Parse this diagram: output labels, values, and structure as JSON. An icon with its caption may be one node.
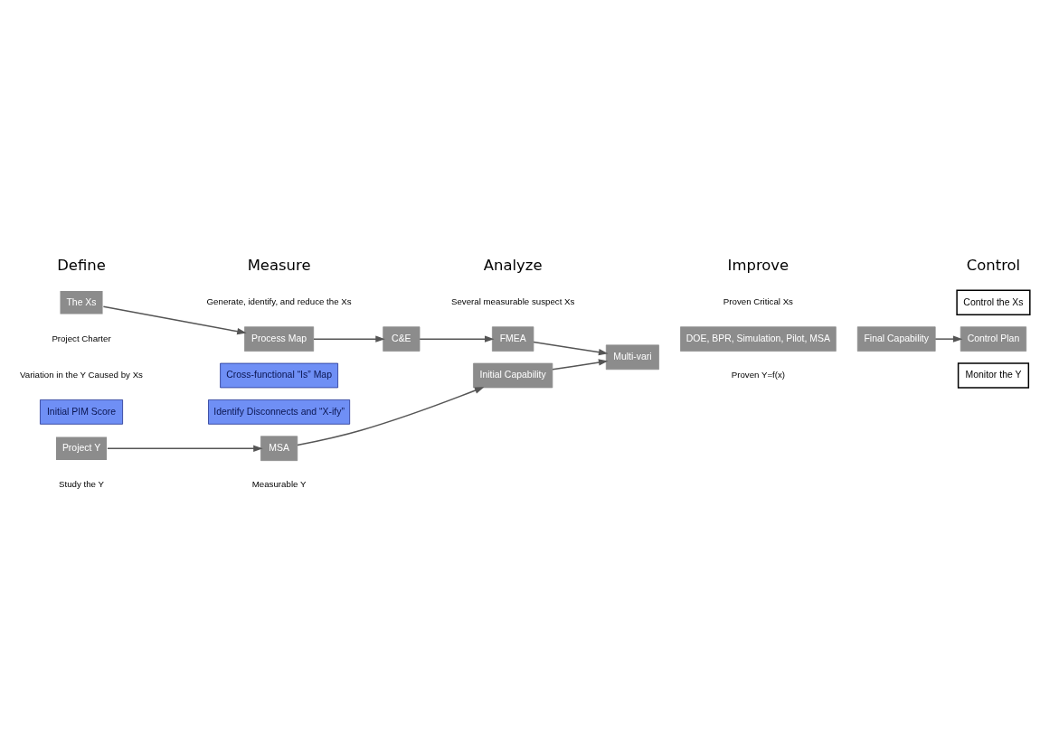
{
  "diagram": {
    "nodes": [
      {
        "text": [
          "The Xs"
        ]
      },
      {
        "text": [
          "Process Map"
        ]
      },
      {
        "text": [
          "C&E"
        ]
      },
      {
        "text": [
          "FMEA"
        ]
      },
      {
        "text": [
          "Multi-vari"
        ]
      },
      {
        "text": [
          "Project Y"
        ]
      },
      {
        "text": [
          "MSA"
        ]
      },
      {
        "text": [
          "Initial Capability"
        ]
      },
      {
        "text": [
          "DOE, BPR, Simulation, Pilot, MSA"
        ]
      },
      {
        "text": [
          "Final Capability"
        ]
      },
      {
        "text": [
          "Control Plan"
        ]
      },
      {
        "text": [
          "Control the Xs"
        ]
      },
      {
        "text": [
          "Monitor the Y"
        ]
      },
      {
        "text": [
          "Cross-functional “Is” Map"
        ]
      },
      {
        "text": [
          "Identify Disconnects and “X-ify”"
        ]
      },
      {
        "text": [
          "Initial PIM Score"
        ]
      }
    ],
    "edges": [
      {
        "from": 0,
        "to": 1,
        "arrow": "to"
      },
      {
        "from": 1,
        "to": 2,
        "arrow": "to"
      },
      {
        "from": 2,
        "to": 3,
        "arrow": "to"
      },
      {
        "from": 3,
        "to": 4,
        "arrow": "to"
      },
      {
        "from": 5,
        "to": 6,
        "arrow": "to"
      },
      {
        "from": 6,
        "to": 7,
        "arrow": "to"
      },
      {
        "from": 7,
        "to": 4,
        "arrow": "to"
      },
      {
        "from": 9,
        "to": 10,
        "arrow": "to"
      }
    ],
    "labels": [
      "Define",
      "Measure",
      "Analyze",
      "Improve",
      "Control",
      "Generate, identify, and reduce the Xs",
      "Several measurable suspect Xs",
      "Proven Critical Xs",
      "Project Charter",
      "Variation in the Y Caused by Xs",
      "Measurable Y",
      "Proven Y=f(x)",
      "Study the Y"
    ]
  }
}
